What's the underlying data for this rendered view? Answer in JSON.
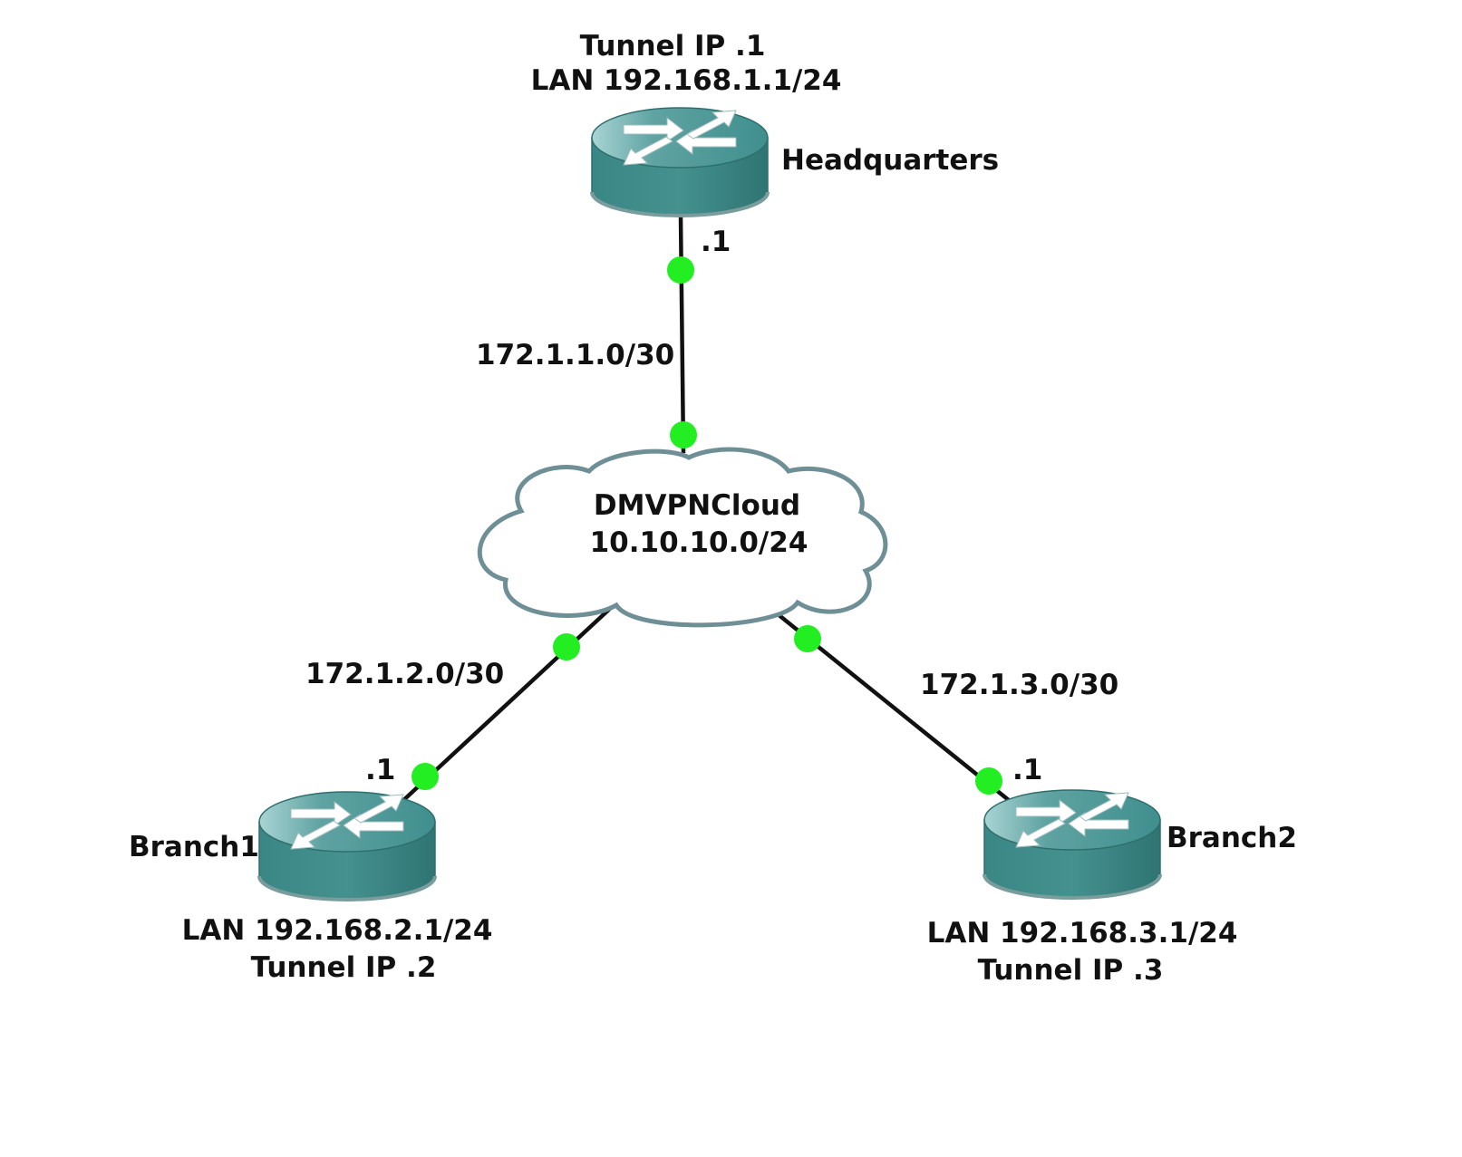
{
  "colors": {
    "background": "#ffffff",
    "link": "#111111",
    "port_dot": "#22ee22",
    "router_top": "#6fb0b0",
    "router_body": "#3f8f8e",
    "router_edge": "#2e6f6e",
    "cloud_fill": "#ffffff",
    "cloud_stroke": "#6f8f97",
    "text": "#111111"
  },
  "nodes": {
    "headquarters": {
      "name": "Headquarters",
      "tunnel": "Tunnel IP .1",
      "lan": "LAN 192.168.1.1/24",
      "icon": "router-icon"
    },
    "branch1": {
      "name": "Branch1",
      "lan": "LAN 192.168.2.1/24",
      "tunnel": "Tunnel IP .2",
      "icon": "router-icon"
    },
    "branch2": {
      "name": "Branch2",
      "lan": "LAN 192.168.3.1/24",
      "tunnel": "Tunnel IP .3",
      "icon": "router-icon"
    },
    "cloud": {
      "name": "DMVPNCloud",
      "subnet": "10.10.10.0/24",
      "icon": "cloud-icon"
    }
  },
  "links": {
    "hq": {
      "subnet": "172.1.1.0/30",
      "router_ip": ".1"
    },
    "branch1": {
      "subnet": "172.1.2.0/30",
      "router_ip": ".1"
    },
    "branch2": {
      "subnet": "172.1.3.0/30",
      "router_ip": ".1"
    }
  }
}
